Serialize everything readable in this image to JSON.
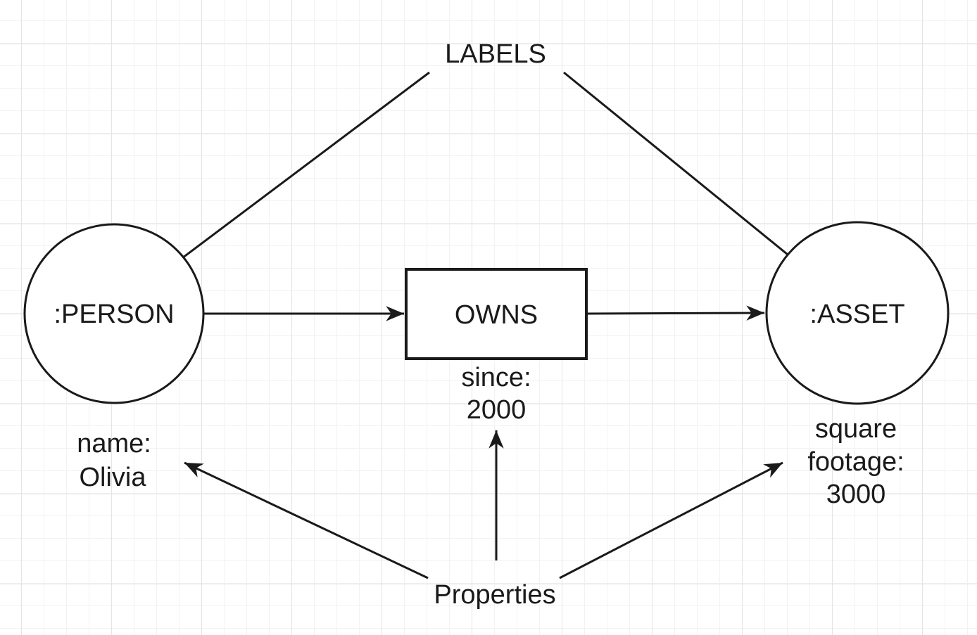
{
  "canvas": {
    "background_color": "#ffffff",
    "grid_minor_color": "#f2f2f2",
    "grid_major_color": "#e4e4e4",
    "stroke_color": "#1a1a1a",
    "text_color": "#1a1a1a"
  },
  "annotations": {
    "labels_title": "LABELS",
    "properties_title": "Properties"
  },
  "nodes": {
    "person": {
      "label": ":PERSON"
    },
    "asset": {
      "label": ":ASSET"
    }
  },
  "relationship": {
    "label": "OWNS"
  },
  "property_labels": {
    "person": {
      "lines": [
        "name:",
        "Olivia"
      ]
    },
    "relationship": {
      "lines": [
        "since:",
        "2000"
      ]
    },
    "asset": {
      "lines": [
        "square",
        "footage:",
        "3000"
      ]
    }
  }
}
